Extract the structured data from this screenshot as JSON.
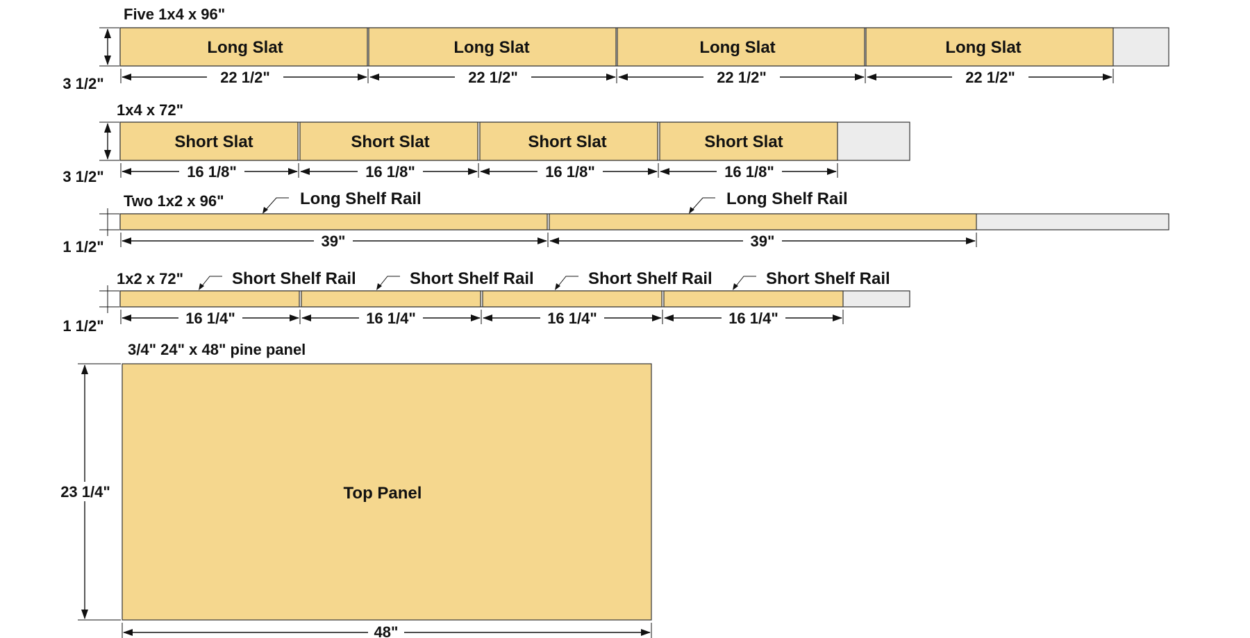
{
  "diagram": {
    "boards": [
      {
        "title": "Five 1x4 x 96\"",
        "width_label": "3 1/2\"",
        "pieces": [
          {
            "label": "Long Slat",
            "length_label": "22 1/2\""
          },
          {
            "label": "Long Slat",
            "length_label": "22 1/2\""
          },
          {
            "label": "Long Slat",
            "length_label": "22 1/2\""
          },
          {
            "label": "Long Slat",
            "length_label": "22 1/2\""
          }
        ]
      },
      {
        "title": "1x4 x 72\"",
        "width_label": "3 1/2\"",
        "pieces": [
          {
            "label": "Short Slat",
            "length_label": "16 1/8\""
          },
          {
            "label": "Short Slat",
            "length_label": "16 1/8\""
          },
          {
            "label": "Short Slat",
            "length_label": "16 1/8\""
          },
          {
            "label": "Short Slat",
            "length_label": "16 1/8\""
          }
        ]
      },
      {
        "title": "Two 1x2 x 96\"",
        "width_label": "1 1/2\"",
        "pieces": [
          {
            "label": "Long Shelf Rail",
            "length_label": "39\""
          },
          {
            "label": "Long Shelf Rail",
            "length_label": "39\""
          }
        ]
      },
      {
        "title": "1x2 x 72\"",
        "width_label": "1 1/2\"",
        "pieces": [
          {
            "label": "Short Shelf Rail",
            "length_label": "16 1/4\""
          },
          {
            "label": "Short Shelf Rail",
            "length_label": "16 1/4\""
          },
          {
            "label": "Short Shelf Rail",
            "length_label": "16 1/4\""
          },
          {
            "label": "Short Shelf Rail",
            "length_label": "16 1/4\""
          }
        ]
      }
    ],
    "panel": {
      "title": "3/4\" 24\" x 48\" pine panel",
      "label": "Top Panel",
      "height_label": "23 1/4\"",
      "width_label": "48\""
    },
    "colors": {
      "wood": "#f5d78e",
      "waste": "#ececec",
      "line": "#111111"
    }
  }
}
